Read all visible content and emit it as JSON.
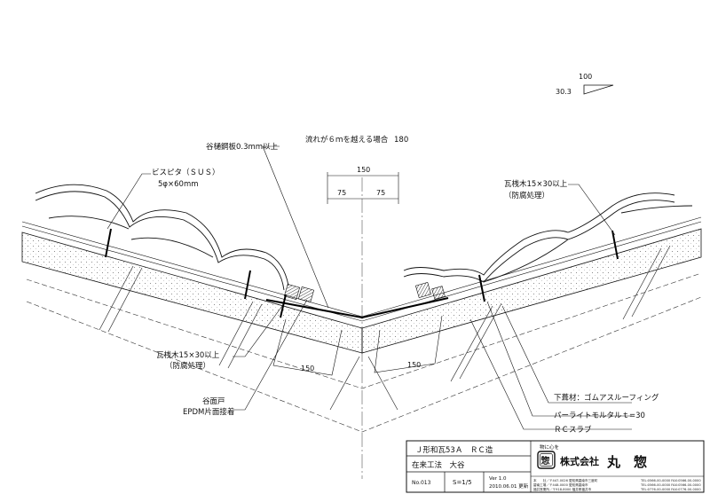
{
  "slope": {
    "run": "100",
    "rise": "30.3"
  },
  "labels": {
    "flow_note": "流れが６ｍを越える場合",
    "flow_value": "180",
    "valley_sheet": "谷樋鋼板0.3mm以上",
    "screw_line1": "ビスピタ（ＳＵＳ）",
    "screw_line2": "5φ×60mm",
    "batten_right_line1": "瓦桟木15×30以上",
    "batten_right_line2": "（防腐処理）",
    "batten_left_line1": "瓦桟木15×30以上",
    "batten_left_line2": "（防腐処理）",
    "valley_face_line1": "谷面戸",
    "valley_face_line2": "EPDM片面接着",
    "underlay": "下葺材：ゴムアスルーフィング",
    "perlite": "パーライトモルタルｔ=30",
    "slab": "ＲＣスラブ"
  },
  "dims": {
    "total": "150",
    "left_half": "75",
    "right_half": "75",
    "left_bottom": "150",
    "right_bottom": "150"
  },
  "title_block": {
    "drawing_title": "Ｊ形和瓦53Ａ　ＲＣ造",
    "method": "在来工法　大谷",
    "number": "No.013",
    "scale": "S=1/5",
    "version": "Ver 1.0",
    "date": "2010.06.01 更新",
    "company_slogan": "物に心を",
    "company_name": "株式会社",
    "company_brand": "丸　惣",
    "logo_text": "惣",
    "address_lines": [
      "本　　社／〒447-0026 愛知県碧南市三度町",
      "碧南工場／〒448-0000 愛知県碧南市",
      "福井営業所／〒918-8000 福井県福井市"
    ],
    "phone_lines": [
      "TEL:0566-00-0000 FAX:0566-00-0000",
      "TEL:0566-00-0000 FAX:0566-00-0000",
      "TEL:0776-00-0000 FAX:0776-00-0000"
    ]
  }
}
